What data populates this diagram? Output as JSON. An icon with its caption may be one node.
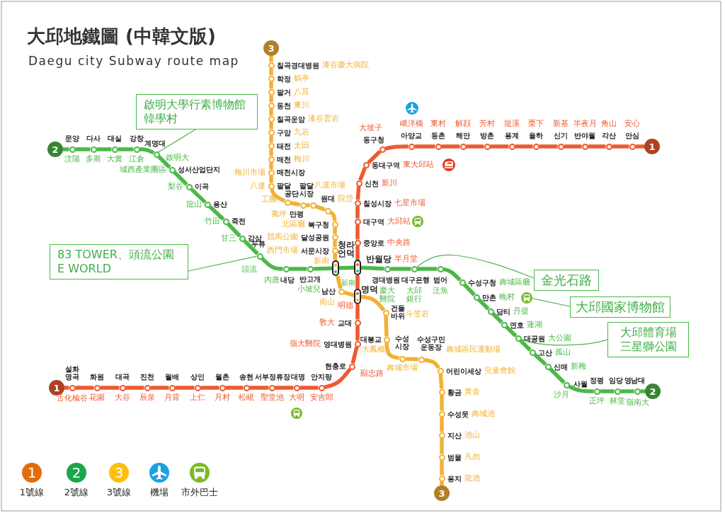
{
  "diagram": {
    "title": "大邱地鐵圖 (中韓文版)",
    "nodes": [
      {
        "text": [
          "啟明大學行素博物館",
          "韓學村"
        ]
      },
      {
        "text": [
          "83 TOWER、頭流公園",
          "E WORLD"
        ]
      },
      {
        "text": [
          "金光石路"
        ]
      },
      {
        "text": [
          "大邱國家博物館"
        ]
      },
      {
        "text": [
          "大邱體育場",
          "三星獅公園"
        ]
      },
      {
        "text": [
          "3"
        ]
      },
      {
        "text": [],
        "shape": "circle",
        "beside": [
          "칠곡경대병원",
          "漆谷慶大病院"
        ]
      },
      {
        "text": [],
        "shape": "circle",
        "beside": [
          "학정",
          "鶴亭"
        ]
      },
      {
        "text": [],
        "shape": "circle",
        "beside": [
          "팔거",
          "八莒"
        ]
      },
      {
        "text": [],
        "shape": "circle",
        "beside": [
          "동천",
          "東川"
        ]
      },
      {
        "text": [],
        "shape": "circle",
        "beside": [
          "칠곡운암",
          "漆谷雲岩"
        ]
      },
      {
        "text": [],
        "shape": "circle",
        "beside": [
          "구암",
          "九岩"
        ]
      },
      {
        "text": [],
        "shape": "circle",
        "beside": [
          "태전",
          "太田"
        ]
      },
      {
        "text": [],
        "shape": "circle",
        "beside": [
          "매천",
          "梅川"
        ]
      },
      {
        "text": [],
        "shape": "circle",
        "beside": [
          "매천시장",
          "梅川市場"
        ]
      },
      {
        "text": [],
        "shape": "circle",
        "beside": [
          "팔달",
          "八達"
        ]
      },
      {
        "text": [],
        "shape": "circle",
        "beside": [
          "공단",
          "工團"
        ]
      },
      {
        "text": [],
        "shape": "circle",
        "beside": [
          "만평",
          "萬坪"
        ]
      },
      {
        "text": [],
        "shape": "circle",
        "beside": [
          "팔달 시장",
          "八達市場"
        ]
      },
      {
        "text": [],
        "shape": "circle",
        "beside": [
          "원대",
          "院岱"
        ]
      },
      {
        "text": [],
        "shape": "circle",
        "beside": [
          "북구청",
          "北區廳"
        ]
      },
      {
        "text": [],
        "shape": "circle",
        "beside": [
          "달성공원",
          "競馬公園"
        ]
      },
      {
        "text": [],
        "shape": "circle",
        "beside": [
          "서문시장",
          "西門市場"
        ]
      },
      {
        "text": [],
        "shape": "box",
        "beside": [
          "청라 언덕",
          "新南",
          "新南"
        ]
      },
      {
        "text": [],
        "shape": "circle",
        "beside": [
          "남산",
          "南山"
        ]
      },
      {
        "text": [],
        "shape": "box",
        "beside": [
          "명덕",
          "明德"
        ]
      },
      {
        "text": [],
        "shape": "circle",
        "beside": [
          "건들 바위",
          "斗笠岩"
        ]
      },
      {
        "text": [],
        "shape": "circle",
        "beside": [
          "대봉교",
          "大鳳橋"
        ]
      },
      {
        "text": [],
        "shape": "circle",
        "beside": [
          "수성 시장",
          "壽城市場"
        ]
      },
      {
        "text": [],
        "shape": "circle",
        "beside": [
          "수성구민 운동장",
          "壽城區民運動場"
        ]
      },
      {
        "text": [],
        "shape": "circle",
        "beside": [
          "어린이세상",
          "兒童會館"
        ]
      },
      {
        "text": [],
        "shape": "circle",
        "beside": [
          "황금",
          "黃金"
        ]
      },
      {
        "text": [],
        "shape": "circle",
        "beside": [
          "수성못",
          "壽城池"
        ]
      },
      {
        "text": [],
        "shape": "circle",
        "beside": [
          "지산",
          "池山"
        ]
      },
      {
        "text": [],
        "shape": "circle",
        "beside": [
          "범물",
          "凡勿"
        ]
      },
      {
        "text": [],
        "shape": "circle",
        "beside": [
          "용지",
          "龍池"
        ]
      },
      {
        "text": [
          "3"
        ]
      },
      {
        "text": [
          "1"
        ]
      },
      {
        "text": [],
        "shape": "circle",
        "beside": [
          "안심",
          "安心"
        ]
      },
      {
        "text": [],
        "shape": "circle",
        "beside": [
          "각산",
          "角山"
        ]
      },
      {
        "text": [],
        "shape": "circle",
        "beside": [
          "반야월",
          "半夜月"
        ]
      },
      {
        "text": [],
        "shape": "circle",
        "beside": [
          "신기",
          "新基"
        ]
      },
      {
        "text": [],
        "shape": "circle",
        "beside": [
          "율하",
          "栗下"
        ]
      },
      {
        "text": [],
        "shape": "circle",
        "beside": [
          "용계",
          "龍溪"
        ]
      },
      {
        "text": [],
        "shape": "circle",
        "beside": [
          "방촌",
          "芳村"
        ]
      },
      {
        "text": [],
        "shape": "circle",
        "beside": [
          "해안",
          "解顔"
        ]
      },
      {
        "text": [],
        "shape": "circle",
        "beside": [
          "동촌",
          "東村"
        ]
      },
      {
        "text": [],
        "shape": "circle",
        "beside": [
          "아양교",
          "峨洋橋"
        ]
      },
      {
        "text": [],
        "shape": "circle",
        "beside": [
          "동구청",
          "大坡子"
        ]
      },
      {
        "text": [],
        "shape": "circle",
        "beside": [
          "동대구역",
          "東大邱站"
        ]
      },
      {
        "text": [],
        "shape": "circle",
        "beside": [
          "신천",
          "新川"
        ]
      },
      {
        "text": [],
        "shape": "circle",
        "beside": [
          "칠성시장",
          "七星市場"
        ]
      },
      {
        "text": [],
        "shape": "circle",
        "beside": [
          "대구역",
          "大邱站"
        ]
      },
      {
        "text": [],
        "shape": "circle",
        "beside": [
          "중앙로",
          "中央路"
        ]
      },
      {
        "text": [],
        "shape": "box",
        "beside": [
          "반월당",
          "半月堂"
        ]
      },
      {
        "text": [],
        "shape": "circle",
        "beside": [
          "교대",
          "敎大"
        ]
      },
      {
        "text": [],
        "shape": "circle",
        "beside": [
          "영대병원",
          "嶺大醫院"
        ]
      },
      {
        "text": [],
        "shape": "circle",
        "beside": [
          "현충로",
          "顯忠路"
        ]
      },
      {
        "text": [],
        "shape": "circle",
        "beside": [
          "안지랑",
          "安吉郎"
        ]
      },
      {
        "text": [],
        "shape": "circle",
        "beside": [
          "대명",
          "大明"
        ]
      },
      {
        "text": [],
        "shape": "circle",
        "beside": [
          "서부정류장",
          "聖堂池"
        ]
      },
      {
        "text": [],
        "shape": "circle",
        "beside": [
          "송현",
          "松峴"
        ]
      },
      {
        "text": [],
        "shape": "circle",
        "beside": [
          "월촌",
          "月村"
        ]
      },
      {
        "text": [],
        "shape": "circle",
        "beside": [
          "상인",
          "上仁"
        ]
      },
      {
        "text": [],
        "shape": "circle",
        "beside": [
          "월배",
          "月背"
        ]
      },
      {
        "text": [],
        "shape": "circle",
        "beside": [
          "진천",
          "辰泉"
        ]
      },
      {
        "text": [],
        "shape": "circle",
        "beside": [
          "대곡",
          "大谷"
        ]
      },
      {
        "text": [],
        "shape": "circle",
        "beside": [
          "화원",
          "花園"
        ]
      },
      {
        "text": [],
        "shape": "circle",
        "beside": [
          "설화 명곡",
          "舌化楡谷"
        ]
      },
      {
        "text": [
          "1"
        ]
      },
      {
        "text": [
          "2"
        ]
      },
      {
        "text": [],
        "shape": "circle",
        "beside": [
          "문양",
          "汶陽"
        ]
      },
      {
        "text": [],
        "shape": "circle",
        "beside": [
          "다사",
          "多斯"
        ]
      },
      {
        "text": [],
        "shape": "circle",
        "beside": [
          "대실",
          "大實"
        ]
      },
      {
        "text": [],
        "shape": "circle",
        "beside": [
          "강창",
          "江倉"
        ]
      },
      {
        "text": [],
        "shape": "circle",
        "beside": [
          "계명대",
          "啟明大"
        ]
      },
      {
        "text": [],
        "shape": "circle",
        "beside": [
          "성서산업단지",
          "城西產業團區"
        ]
      },
      {
        "text": [],
        "shape": "circle",
        "beside": [
          "이곡",
          "梨谷"
        ]
      },
      {
        "text": [],
        "shape": "circle",
        "beside": [
          "용산",
          "龍山"
        ]
      },
      {
        "text": [],
        "shape": "circle",
        "beside": [
          "죽전",
          "竹田"
        ]
      },
      {
        "text": [],
        "shape": "circle",
        "beside": [
          "감삼",
          "甘三"
        ]
      },
      {
        "text": [],
        "shape": "circle",
        "beside": [
          "두류",
          "頭流"
        ]
      },
      {
        "text": [],
        "shape": "circle",
        "beside": [
          "내당",
          "內唐"
        ]
      },
      {
        "text": [],
        "shape": "circle",
        "beside": [
          "반고개",
          "小坡兒"
        ]
      },
      {
        "text": [],
        "shape": "circle",
        "beside": [
          "경대병원",
          "慶大醫院"
        ]
      },
      {
        "text": [],
        "shape": "circle",
        "beside": [
          "대구은행",
          "大邱銀行"
        ]
      },
      {
        "text": [],
        "shape": "circle",
        "beside": [
          "범어",
          "泛魚"
        ]
      },
      {
        "text": [],
        "shape": "circle",
        "beside": [
          "수성구청",
          "壽城區廳"
        ]
      },
      {
        "text": [],
        "shape": "circle",
        "beside": [
          "만촌",
          "晚村"
        ]
      },
      {
        "text": [],
        "shape": "circle",
        "beside": [
          "담티",
          "丹提"
        ]
      },
      {
        "text": [],
        "shape": "circle",
        "beside": [
          "연호",
          "蓮湖"
        ]
      },
      {
        "text": [],
        "shape": "circle",
        "beside": [
          "대공원",
          "大公園"
        ]
      },
      {
        "text": [],
        "shape": "circle",
        "beside": [
          "고산",
          "孤山"
        ]
      },
      {
        "text": [],
        "shape": "circle",
        "beside": [
          "신매",
          "新梅"
        ]
      },
      {
        "text": [],
        "shape": "circle",
        "beside": [
          "사월",
          "沙月"
        ]
      },
      {
        "text": [],
        "shape": "circle",
        "beside": [
          "정평",
          "正坪"
        ]
      },
      {
        "text": [],
        "shape": "circle",
        "beside": [
          "임당",
          "林堂"
        ]
      },
      {
        "text": [],
        "shape": "circle",
        "beside": [
          "영남대",
          "嶺南大"
        ]
      },
      {
        "text": [
          "2"
        ]
      },
      {
        "text": [],
        "shape": "picture"
      }
    ],
    "edges": [
      {
        "from": 37,
        "to": 38,
        "arrow": "none",
        "color": "#ee5a2f"
      },
      {
        "from": 38,
        "to": 39,
        "arrow": "none",
        "color": "#ee5a2f"
      },
      {
        "from": 39,
        "to": 40,
        "arrow": "none",
        "color": "#ee5a2f"
      },
      {
        "from": 40,
        "to": 41,
        "arrow": "none",
        "color": "#ee5a2f"
      },
      {
        "from": 41,
        "to": 42,
        "arrow": "none",
        "color": "#ee5a2f"
      },
      {
        "from": 42,
        "to": 43,
        "arrow": "none",
        "color": "#ee5a2f"
      },
      {
        "from": 43,
        "to": 44,
        "arrow": "none",
        "color": "#ee5a2f"
      },
      {
        "from": 44,
        "to": 45,
        "arrow": "none",
        "color": "#ee5a2f"
      },
      {
        "from": 45,
        "to": 46,
        "arrow": "none",
        "color": "#ee5a2f"
      },
      {
        "from": 46,
        "to": 47,
        "arrow": "none",
        "color": "#ee5a2f"
      },
      {
        "from": 47,
        "to": 48,
        "arrow": "none",
        "color": "#ee5a2f"
      },
      {
        "from": 48,
        "to": 49,
        "arrow": "none",
        "color": "#ee5a2f"
      },
      {
        "from": 49,
        "to": 50,
        "arrow": "none",
        "color": "#ee5a2f"
      },
      {
        "from": 50,
        "to": 51,
        "arrow": "none",
        "color": "#ee5a2f"
      },
      {
        "from": 51,
        "to": 52,
        "arrow": "none",
        "color": "#ee5a2f"
      },
      {
        "from": 52,
        "to": 53,
        "arrow": "none",
        "color": "#ee5a2f"
      },
      {
        "from": 53,
        "to": 54,
        "arrow": "none",
        "color": "#ee5a2f"
      },
      {
        "from": 54,
        "to": 25,
        "arrow": "none",
        "color": "#ee5a2f"
      },
      {
        "from": 25,
        "to": 55,
        "arrow": "none",
        "color": "#ee5a2f"
      },
      {
        "from": 55,
        "to": 56,
        "arrow": "none",
        "color": "#ee5a2f"
      },
      {
        "from": 56,
        "to": 57,
        "arrow": "none",
        "color": "#ee5a2f"
      },
      {
        "from": 57,
        "to": 58,
        "arrow": "none",
        "color": "#ee5a2f"
      },
      {
        "from": 58,
        "to": 59,
        "arrow": "none",
        "color": "#ee5a2f"
      },
      {
        "from": 59,
        "to": 60,
        "arrow": "none",
        "color": "#ee5a2f"
      },
      {
        "from": 60,
        "to": 61,
        "arrow": "none",
        "color": "#ee5a2f"
      },
      {
        "from": 61,
        "to": 62,
        "arrow": "none",
        "color": "#ee5a2f"
      },
      {
        "from": 62,
        "to": 63,
        "arrow": "none",
        "color": "#ee5a2f"
      },
      {
        "from": 63,
        "to": 64,
        "arrow": "none",
        "color": "#ee5a2f"
      },
      {
        "from": 64,
        "to": 65,
        "arrow": "none",
        "color": "#ee5a2f"
      },
      {
        "from": 65,
        "to": 66,
        "arrow": "none",
        "color": "#ee5a2f"
      },
      {
        "from": 66,
        "to": 67,
        "arrow": "none",
        "color": "#ee5a2f"
      },
      {
        "from": 67,
        "to": 68,
        "arrow": "none",
        "color": "#ee5a2f"
      },
      {
        "from": 68,
        "to": 69,
        "arrow": "none",
        "color": "#ee5a2f"
      },
      {
        "from": 5,
        "to": 6,
        "arrow": "none",
        "color": "#f2b134"
      },
      {
        "from": 6,
        "to": 7,
        "arrow": "none",
        "color": "#f2b134"
      },
      {
        "from": 7,
        "to": 8,
        "arrow": "none",
        "color": "#f2b134"
      },
      {
        "from": 8,
        "to": 9,
        "arrow": "none",
        "color": "#f2b134"
      },
      {
        "from": 9,
        "to": 10,
        "arrow": "none",
        "color": "#f2b134"
      },
      {
        "from": 10,
        "to": 11,
        "arrow": "none",
        "color": "#f2b134"
      },
      {
        "from": 11,
        "to": 12,
        "arrow": "none",
        "color": "#f2b134"
      },
      {
        "from": 12,
        "to": 13,
        "arrow": "none",
        "color": "#f2b134"
      },
      {
        "from": 13,
        "to": 14,
        "arrow": "none",
        "color": "#f2b134"
      },
      {
        "from": 14,
        "to": 15,
        "arrow": "none",
        "color": "#f2b134"
      },
      {
        "from": 15,
        "to": 16,
        "arrow": "none",
        "color": "#f2b134"
      },
      {
        "from": 16,
        "to": 17,
        "arrow": "none",
        "color": "#f2b134"
      },
      {
        "from": 17,
        "to": 18,
        "arrow": "none",
        "color": "#f2b134"
      },
      {
        "from": 18,
        "to": 19,
        "arrow": "none",
        "color": "#f2b134"
      },
      {
        "from": 19,
        "to": 20,
        "arrow": "none",
        "color": "#f2b134"
      },
      {
        "from": 20,
        "to": 21,
        "arrow": "none",
        "color": "#f2b134"
      },
      {
        "from": 21,
        "to": 22,
        "arrow": "none",
        "color": "#f2b134"
      },
      {
        "from": 22,
        "to": 23,
        "arrow": "none",
        "color": "#f2b134"
      },
      {
        "from": 23,
        "to": 24,
        "arrow": "none",
        "color": "#f2b134"
      },
      {
        "from": 24,
        "to": 25,
        "arrow": "none",
        "color": "#f2b134"
      },
      {
        "from": 25,
        "to": 26,
        "arrow": "none",
        "color": "#f2b134"
      },
      {
        "from": 26,
        "to": 27,
        "arrow": "none",
        "color": "#f2b134"
      },
      {
        "from": 27,
        "to": 28,
        "arrow": "none",
        "color": "#f2b134"
      },
      {
        "from": 28,
        "to": 29,
        "arrow": "none",
        "color": "#f2b134"
      },
      {
        "from": 29,
        "to": 30,
        "arrow": "none",
        "color": "#f2b134"
      },
      {
        "from": 30,
        "to": 31,
        "arrow": "none",
        "color": "#f2b134"
      },
      {
        "from": 31,
        "to": 32,
        "arrow": "none",
        "color": "#f2b134"
      },
      {
        "from": 32,
        "to": 33,
        "arrow": "none",
        "color": "#f2b134"
      },
      {
        "from": 33,
        "to": 34,
        "arrow": "none",
        "color": "#f2b134"
      },
      {
        "from": 34,
        "to": 35,
        "arrow": "none",
        "color": "#f2b134"
      },
      {
        "from": 35,
        "to": 36,
        "arrow": "none",
        "color": "#f2b134"
      },
      {
        "from": 70,
        "to": 71,
        "arrow": "none",
        "color": "#4cb848"
      },
      {
        "from": 71,
        "to": 72,
        "arrow": "none",
        "color": "#4cb848"
      },
      {
        "from": 72,
        "to": 73,
        "arrow": "none",
        "color": "#4cb848"
      },
      {
        "from": 73,
        "to": 74,
        "arrow": "none",
        "color": "#4cb848"
      },
      {
        "from": 74,
        "to": 75,
        "arrow": "none",
        "color": "#4cb848"
      },
      {
        "from": 75,
        "to": 76,
        "arrow": "none",
        "color": "#4cb848"
      },
      {
        "from": 76,
        "to": 77,
        "arrow": "none",
        "color": "#4cb848"
      },
      {
        "from": 77,
        "to": 78,
        "arrow": "none",
        "color": "#4cb848"
      },
      {
        "from": 78,
        "to": 79,
        "arrow": "none",
        "color": "#4cb848"
      },
      {
        "from": 79,
        "to": 80,
        "arrow": "none",
        "color": "#4cb848"
      },
      {
        "from": 80,
        "to": 81,
        "arrow": "none",
        "color": "#4cb848"
      },
      {
        "from": 81,
        "to": 82,
        "arrow": "none",
        "color": "#4cb848"
      },
      {
        "from": 82,
        "to": 83,
        "arrow": "none",
        "color": "#4cb848"
      },
      {
        "from": 83,
        "to": 23,
        "arrow": "none",
        "color": "#4cb848"
      },
      {
        "from": 23,
        "to": 54,
        "arrow": "none",
        "color": "#4cb848"
      },
      {
        "from": 54,
        "to": 84,
        "arrow": "none",
        "color": "#4cb848"
      },
      {
        "from": 84,
        "to": 85,
        "arrow": "none",
        "color": "#4cb848"
      },
      {
        "from": 85,
        "to": 86,
        "arrow": "none",
        "color": "#4cb848"
      },
      {
        "from": 86,
        "to": 87,
        "arrow": "none",
        "color": "#4cb848"
      },
      {
        "from": 87,
        "to": 88,
        "arrow": "none",
        "color": "#4cb848"
      },
      {
        "from": 88,
        "to": 89,
        "arrow": "none",
        "color": "#4cb848"
      },
      {
        "from": 89,
        "to": 90,
        "arrow": "none",
        "color": "#4cb848"
      },
      {
        "from": 90,
        "to": 91,
        "arrow": "none",
        "color": "#4cb848"
      },
      {
        "from": 91,
        "to": 92,
        "arrow": "none",
        "color": "#4cb848"
      },
      {
        "from": 92,
        "to": 93,
        "arrow": "none",
        "color": "#4cb848"
      },
      {
        "from": 93,
        "to": 94,
        "arrow": "none",
        "color": "#4cb848"
      },
      {
        "from": 94,
        "to": 95,
        "arrow": "none",
        "color": "#4cb848"
      },
      {
        "from": 95,
        "to": 96,
        "arrow": "none",
        "color": "#4cb848"
      },
      {
        "from": 96,
        "to": 97,
        "arrow": "none",
        "color": "#4cb848"
      },
      {
        "from": 97,
        "to": 98,
        "arrow": "none",
        "color": "#4cb848"
      },
      {
        "from": 0,
        "to": 75,
        "arrow": "none",
        "color": "#4cb848"
      },
      {
        "from": 1,
        "to": 81,
        "arrow": "none",
        "color": "#4cb848"
      },
      {
        "from": 2,
        "to": 85,
        "arrow": "none",
        "color": "#4cb848"
      },
      {
        "from": 3,
        "to": 99,
        "arrow": "none",
        "color": "#4cb848"
      },
      {
        "from": 4,
        "to": 91,
        "arrow": "none",
        "color": "#4cb848"
      }
    ],
    "labels": [
      "Daegu city Subway route map",
      "1",
      "2",
      "3"
    ],
    "legend": [
      {
        "text": "1號線",
        "color": "#e36c0a"
      },
      {
        "text": "2號線",
        "color": "#1aa64a"
      },
      {
        "text": "3號線",
        "color": "#fdbf0f"
      },
      {
        "text": "機場"
      },
      {
        "text": "市外巴士"
      }
    ]
  }
}
